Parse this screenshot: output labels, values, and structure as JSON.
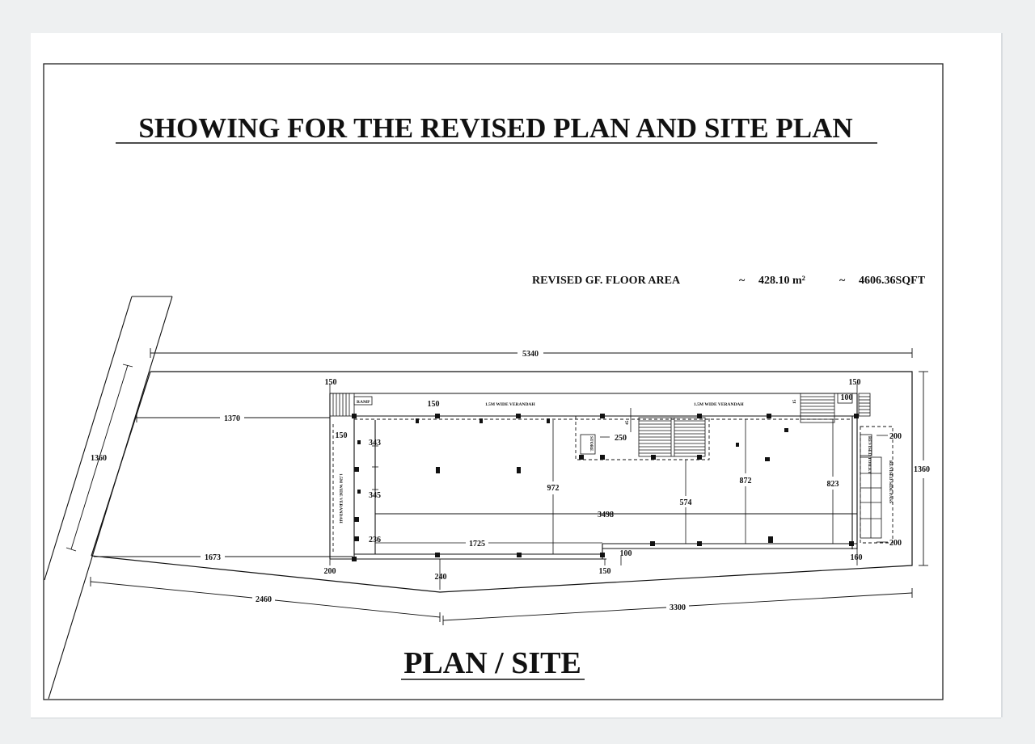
{
  "title": "SHOWING FOR THE REVISED PLAN AND SITE PLAN",
  "area_line": {
    "label": "REVISED GF. FLOOR AREA",
    "tilde": "~",
    "metric": "428.10 m²",
    "imperial": "4606.36SQFT"
  },
  "caption": "PLAN / SITE",
  "dimensions": {
    "total_length": "5340",
    "left_setback": "1370",
    "road_side": "1360",
    "right_depth": "1360",
    "front_left": "1673",
    "offset_150_tl": "150",
    "offset_150_tr": "150",
    "offset_150_mid": "150",
    "offset_150_left": "150",
    "offset_150_bottom": "150",
    "h_343": "343",
    "h_345": "345",
    "h_236": "236",
    "w_1725": "1725",
    "w_3498": "3498",
    "h_972": "972",
    "h_574": "574",
    "h_872": "872",
    "h_823": "823",
    "w_250": "250",
    "w_100": "100",
    "w_100_top": "100",
    "r_200_top": "200",
    "r_200_bot": "200",
    "b_200": "200",
    "b_240": "240",
    "b_160": "160",
    "seg_2460": "2460",
    "seg_3300": "3300",
    "v_45": "45",
    "v_15": "15"
  },
  "labels": {
    "ramp": "RAMP",
    "veranda_top_left": "1.5M WIDE VERANDAH",
    "veranda_top_right": "1.5M WIDE VERANDAH",
    "veranda_left": "1.5M WIDE VERANDAH",
    "store": "STORE",
    "revised_toilet": "REVISED TOILET",
    "revised_side_pass": "REVISED SIDE PASS"
  }
}
